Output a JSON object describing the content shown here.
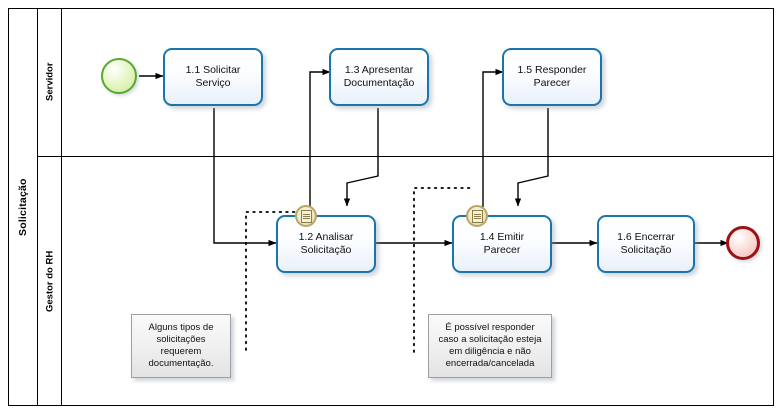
{
  "pool": {
    "title": "Solicitação",
    "lanes": [
      {
        "id": "servidor",
        "label": "Servidor"
      },
      {
        "id": "gestor",
        "label": "Gestor do RH"
      }
    ]
  },
  "events": [
    {
      "id": "start",
      "type": "start-event",
      "label": ""
    },
    {
      "id": "end",
      "type": "end-event",
      "label": ""
    }
  ],
  "tasks": [
    {
      "id": "t11",
      "label": "1.1 Solicitar\nServiço",
      "lane": "servidor",
      "marker": "none"
    },
    {
      "id": "t13",
      "label": "1.3 Apresentar\nDocumentação",
      "lane": "servidor",
      "marker": "none"
    },
    {
      "id": "t15",
      "label": "1.5 Responder\nParecer",
      "lane": "servidor",
      "marker": "none"
    },
    {
      "id": "t12",
      "label": "1.2 Analisar\nSolicitação",
      "lane": "gestor",
      "marker": "rule"
    },
    {
      "id": "t14",
      "label": "1.4 Emitir\nParecer",
      "lane": "gestor",
      "marker": "rule"
    },
    {
      "id": "t16",
      "label": "1.6 Encerrar\nSolicitação",
      "lane": "gestor",
      "marker": "none"
    }
  ],
  "annotations": [
    {
      "id": "note1",
      "text": "Alguns tipos de\nsolicitações\nrequerem\ndocumentação."
    },
    {
      "id": "note2",
      "text": "É possível responder\ncaso a solicitação esteja\nem diligência e não\nencerrada/cancelada"
    }
  ],
  "colors": {
    "task_border": "#1b75ad",
    "start_event": "#5aa832",
    "end_event": "#9c1111",
    "rule_marker": "#b5a867",
    "note_border": "#9aa0a6",
    "frame": "#000000",
    "flow": "#000000"
  }
}
